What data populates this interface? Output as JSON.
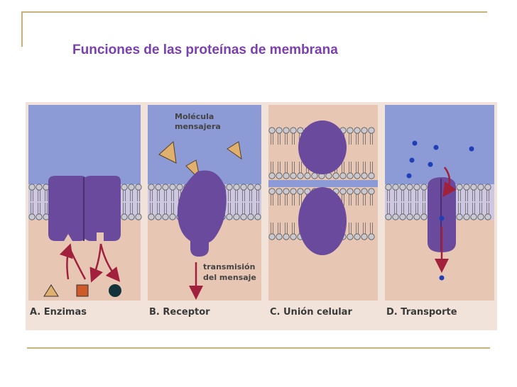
{
  "slide": {
    "title": "Funciones de las proteínas de membrana"
  },
  "figure": {
    "panels": [
      {
        "label": "A. Enzimas"
      },
      {
        "label": "B. Receptor",
        "molecule_label_1": "Molécula",
        "molecule_label_2": "mensajera",
        "signal_label_1": "transmisión",
        "signal_label_2": "del mensaje"
      },
      {
        "label": "C. Unión celular"
      },
      {
        "label": "D. Transporte"
      }
    ]
  },
  "colors": {
    "outside": "#8c9ad6",
    "inside": "#e8c6b4",
    "protein": "#6a4a9c",
    "arrow": "#a1203c",
    "molecule": "#e0b16e",
    "lipid_head": "#c9c9d2"
  }
}
